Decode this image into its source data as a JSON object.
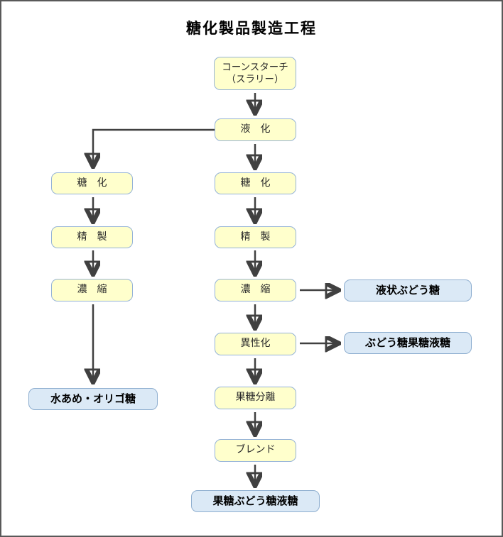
{
  "title": "糖化製品製造工程",
  "colors": {
    "process_fill": "#FFFFCC",
    "process_border": "#95B3D7",
    "product_fill": "#DBE9F6",
    "product_border": "#8FAFD0",
    "arrow": "#404040",
    "frame_border": "#595959"
  },
  "nodes": {
    "corn_starch": {
      "label": "コーンスターチ\n（スラリー）",
      "type": "process"
    },
    "ekika": {
      "label": "液　化",
      "type": "process"
    },
    "touka_left": {
      "label": "糖　化",
      "type": "process"
    },
    "seisei_left": {
      "label": "精　製",
      "type": "process"
    },
    "noshuku_left": {
      "label": "濃　縮",
      "type": "process"
    },
    "mizuame_oligo": {
      "label": "水あめ・オリゴ糖",
      "type": "product"
    },
    "touka_right": {
      "label": "糖　化",
      "type": "process"
    },
    "seisei_right": {
      "label": "精　製",
      "type": "process"
    },
    "noshuku_right": {
      "label": "濃　縮",
      "type": "process"
    },
    "iseika": {
      "label": "異性化",
      "type": "process"
    },
    "kato_bunri": {
      "label": "果糖分離",
      "type": "process"
    },
    "blend": {
      "label": "ブレンド",
      "type": "process"
    },
    "ekijo_budoto": {
      "label": "液状ぶどう糖",
      "type": "product"
    },
    "budoto_kato_ekito": {
      "label": "ぶどう糖果糖液糖",
      "type": "product"
    },
    "kato_budoto_ekito": {
      "label": "果糖ぶどう糖液糖",
      "type": "product"
    }
  },
  "edges": [
    {
      "from": "corn_starch",
      "to": "ekika"
    },
    {
      "from": "ekika",
      "to": "touka_left"
    },
    {
      "from": "ekika",
      "to": "touka_right"
    },
    {
      "from": "touka_left",
      "to": "seisei_left"
    },
    {
      "from": "seisei_left",
      "to": "noshuku_left"
    },
    {
      "from": "noshuku_left",
      "to": "mizuame_oligo"
    },
    {
      "from": "touka_right",
      "to": "seisei_right"
    },
    {
      "from": "seisei_right",
      "to": "noshuku_right"
    },
    {
      "from": "noshuku_right",
      "to": "ekijo_budoto"
    },
    {
      "from": "noshuku_right",
      "to": "iseika"
    },
    {
      "from": "iseika",
      "to": "budoto_kato_ekito"
    },
    {
      "from": "iseika",
      "to": "kato_bunri"
    },
    {
      "from": "kato_bunri",
      "to": "blend"
    },
    {
      "from": "blend",
      "to": "kato_budoto_ekito"
    }
  ]
}
